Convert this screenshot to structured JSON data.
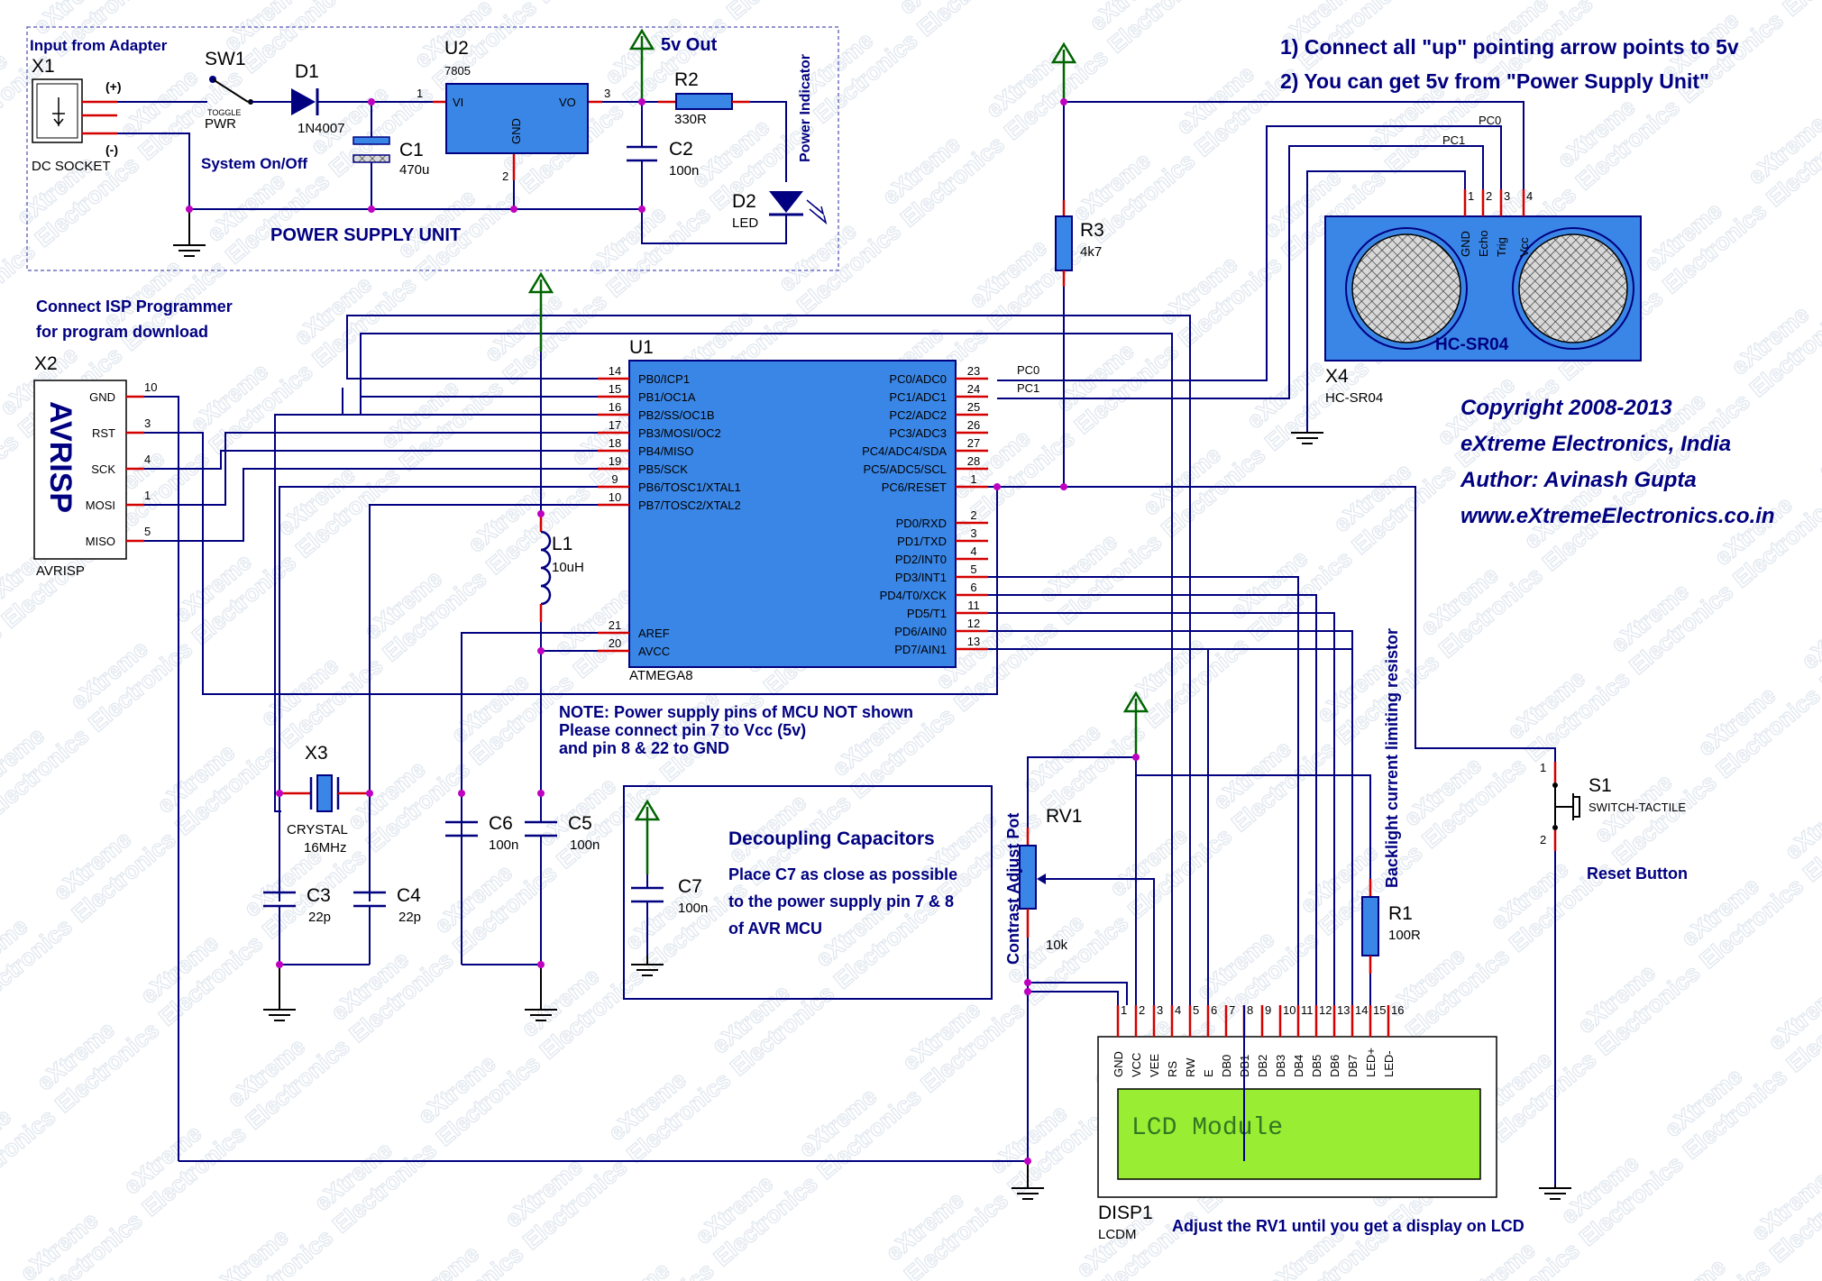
{
  "notes": {
    "instr1": "1) Connect all \"up\" pointing arrow points to 5v",
    "instr2": "2) You can get 5v from \"Power Supply Unit\"",
    "copyright1": "Copyright 2008-2013",
    "copyright2": "eXtreme Electronics, India",
    "copyright3": "Author: Avinash Gupta",
    "copyright4": "www.eXtremeElectronics.co.in",
    "isp1": "Connect ISP Programmer",
    "isp2": "for program download",
    "mcu1": "NOTE: Power supply pins of MCU NOT shown",
    "mcu2": "Please connect pin  7  to Vcc (5v)",
    "mcu3": "and pin 8 & 22 to GND",
    "dec_title": "Decoupling Capacitors",
    "dec1": "Place C7 as close as possible",
    "dec2": "to the power supply pin 7 & 8",
    "dec3": "of AVR MCU",
    "lcd_adjust": "Adjust the RV1 until you get a display on LCD",
    "backlight": "Backlight current limiting resistor",
    "contrast": "Contrast Adjust Pot",
    "reset_btn": "Reset Button",
    "power_indicator": "Power Indicator",
    "psu": "POWER SUPPLY UNIT",
    "input_adapter": "Input from Adapter",
    "system_onoff": "System On/Off",
    "out5v": "5v Out"
  },
  "components": {
    "X1": {
      "ref": "X1",
      "value": "DC SOCKET",
      "plus": "(+)",
      "minus": "(-)"
    },
    "SW1": {
      "ref": "SW1",
      "type": "TOGGLE",
      "value": "PWR"
    },
    "D1": {
      "ref": "D1",
      "value": "1N4007"
    },
    "C1": {
      "ref": "C1",
      "value": "470u"
    },
    "U2": {
      "ref": "U2",
      "value": "7805",
      "vi": "VI",
      "vo": "VO",
      "gnd": "GND",
      "p1": "1",
      "p2": "2",
      "p3": "3"
    },
    "C2": {
      "ref": "C2",
      "value": "100n"
    },
    "R2": {
      "ref": "R2",
      "value": "330R"
    },
    "D2": {
      "ref": "D2",
      "value": "LED"
    },
    "R3": {
      "ref": "R3",
      "value": "4k7"
    },
    "X4": {
      "ref": "X4",
      "value": "HC-SR04",
      "title": "HC-SR04",
      "pins": [
        "GND",
        "Echo",
        "Trig",
        "Vcc"
      ],
      "pin_nums": [
        "1",
        "2",
        "3",
        "4"
      ],
      "net_pc0": "PC0",
      "net_pc1": "PC1"
    },
    "X2": {
      "ref": "X2",
      "value": "AVRISP",
      "title": "AVRISP",
      "pins": [
        {
          "name": "GND",
          "num": "10"
        },
        {
          "name": "RST",
          "num": "3"
        },
        {
          "name": "SCK",
          "num": "4"
        },
        {
          "name": "MOSI",
          "num": "1"
        },
        {
          "name": "MISO",
          "num": "5"
        }
      ]
    },
    "U1": {
      "ref": "U1",
      "value": "ATMEGA8",
      "left": [
        {
          "name": "PB0/ICP1",
          "num": "14"
        },
        {
          "name": "PB1/OC1A",
          "num": "15"
        },
        {
          "name": "PB2/SS/OC1B",
          "num": "16"
        },
        {
          "name": "PB3/MOSI/OC2",
          "num": "17"
        },
        {
          "name": "PB4/MISO",
          "num": "18"
        },
        {
          "name": "PB5/SCK",
          "num": "19"
        },
        {
          "name": "PB6/TOSC1/XTAL1",
          "num": "9"
        },
        {
          "name": "PB7/TOSC2/XTAL2",
          "num": "10"
        }
      ],
      "left2": [
        {
          "name": "AREF",
          "num": "21"
        },
        {
          "name": "AVCC",
          "num": "20"
        }
      ],
      "right": [
        {
          "name": "PC0/ADC0",
          "num": "23"
        },
        {
          "name": "PC1/ADC1",
          "num": "24"
        },
        {
          "name": "PC2/ADC2",
          "num": "25"
        },
        {
          "name": "PC3/ADC3",
          "num": "26"
        },
        {
          "name": "PC4/ADC4/SDA",
          "num": "27"
        },
        {
          "name": "PC5/ADC5/SCL",
          "num": "28"
        },
        {
          "name": "PC6/RESET",
          "num": "1"
        }
      ],
      "right2": [
        {
          "name": "PD0/RXD",
          "num": "2"
        },
        {
          "name": "PD1/TXD",
          "num": "3"
        },
        {
          "name": "PD2/INT0",
          "num": "4"
        },
        {
          "name": "PD3/INT1",
          "num": "5"
        },
        {
          "name": "PD4/T0/XCK",
          "num": "6"
        },
        {
          "name": "PD5/T1",
          "num": "11"
        },
        {
          "name": "PD6/AIN0",
          "num": "12"
        },
        {
          "name": "PD7/AIN1",
          "num": "13"
        }
      ],
      "net_pc0": "PC0",
      "net_pc1": "PC1"
    },
    "L1": {
      "ref": "L1",
      "value": "10uH"
    },
    "X3": {
      "ref": "X3",
      "value": "CRYSTAL",
      "freq": "16MHz"
    },
    "C3": {
      "ref": "C3",
      "value": "22p"
    },
    "C4": {
      "ref": "C4",
      "value": "22p"
    },
    "C6": {
      "ref": "C6",
      "value": "100n"
    },
    "C5": {
      "ref": "C5",
      "value": "100n"
    },
    "C7": {
      "ref": "C7",
      "value": "100n"
    },
    "RV1": {
      "ref": "RV1",
      "value": "10k"
    },
    "R1": {
      "ref": "R1",
      "value": "100R"
    },
    "S1": {
      "ref": "S1",
      "value": "SWITCH-TACTILE",
      "p1": "1",
      "p2": "2"
    },
    "DISP1": {
      "ref": "DISP1",
      "value": "LCDM",
      "screen_text": "LCD Module",
      "pins": [
        "GND",
        "VCC",
        "VEE",
        "RS",
        "RW",
        "E",
        "DB0",
        "DB1",
        "DB2",
        "DB3",
        "DB4",
        "DB5",
        "DB6",
        "DB7",
        "LED+",
        "LED-"
      ],
      "pin_nums": [
        "1",
        "2",
        "3",
        "4",
        "5",
        "6",
        "7",
        "8",
        "9",
        "10",
        "11",
        "12",
        "13",
        "14",
        "15",
        "16"
      ]
    }
  },
  "watermark": [
    "eXtreme",
    "Electronics"
  ]
}
